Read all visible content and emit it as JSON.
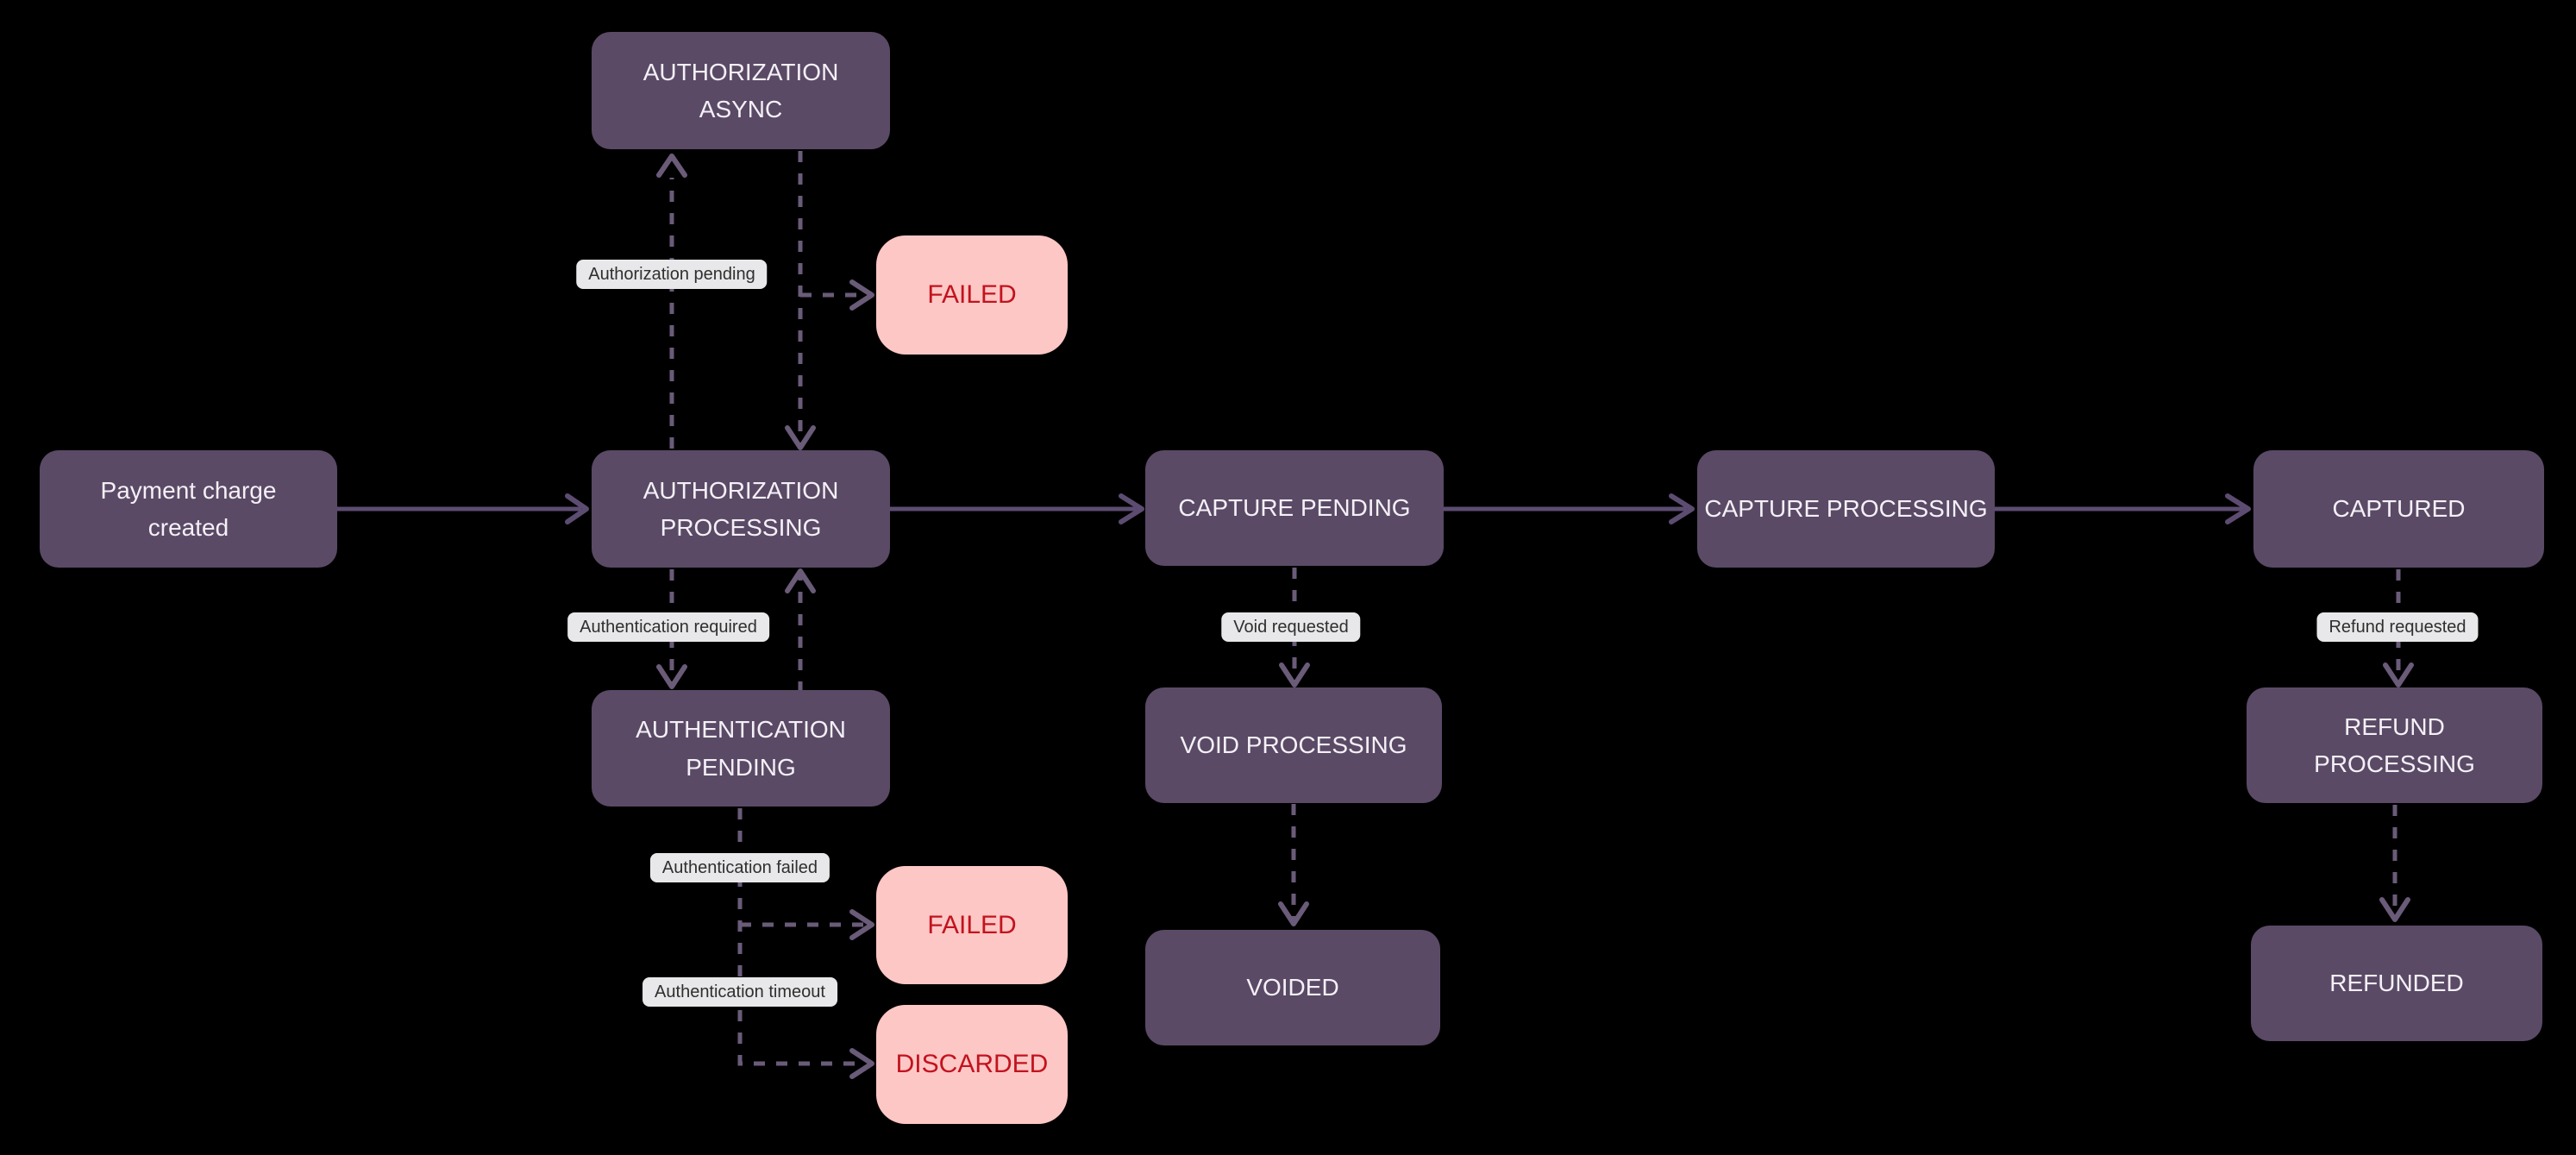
{
  "colors": {
    "background": "#000000",
    "state_fill": "#5a4a66",
    "state_text": "#f4f0f6",
    "terminal_fill": "#fdc7c5",
    "terminal_text": "#c2131f",
    "edge_solid": "#5d4c71",
    "edge_dashed": "#6a5b79",
    "edge_label_bg": "#e8e7e9",
    "edge_label_text": "#2f2f2f"
  },
  "nodes": {
    "payment_created": {
      "label": "Payment charge\ncreated"
    },
    "auth_async": {
      "label": "AUTHORIZATION\nASYNC"
    },
    "auth_processing": {
      "label": "AUTHORIZATION\nPROCESSING"
    },
    "auth_pending": {
      "label": "AUTHENTICATION\nPENDING"
    },
    "failed_top": {
      "label": "FAILED"
    },
    "failed_bottom": {
      "label": "FAILED"
    },
    "discarded": {
      "label": "DISCARDED"
    },
    "capture_pending": {
      "label": "CAPTURE PENDING"
    },
    "void_processing": {
      "label": "VOID PROCESSING"
    },
    "voided": {
      "label": "VOIDED"
    },
    "capture_processing": {
      "label": "CAPTURE PROCESSING"
    },
    "captured": {
      "label": "CAPTURED"
    },
    "refund_processing": {
      "label": "REFUND\nPROCESSING"
    },
    "refunded": {
      "label": "REFUNDED"
    }
  },
  "edge_labels": {
    "authorization_pending": "Authorization pending",
    "authentication_required": "Authentication required",
    "authentication_failed": "Authentication failed",
    "authentication_timeout": "Authentication timeout",
    "void_requested": "Void requested",
    "refund_requested": "Refund requested"
  }
}
